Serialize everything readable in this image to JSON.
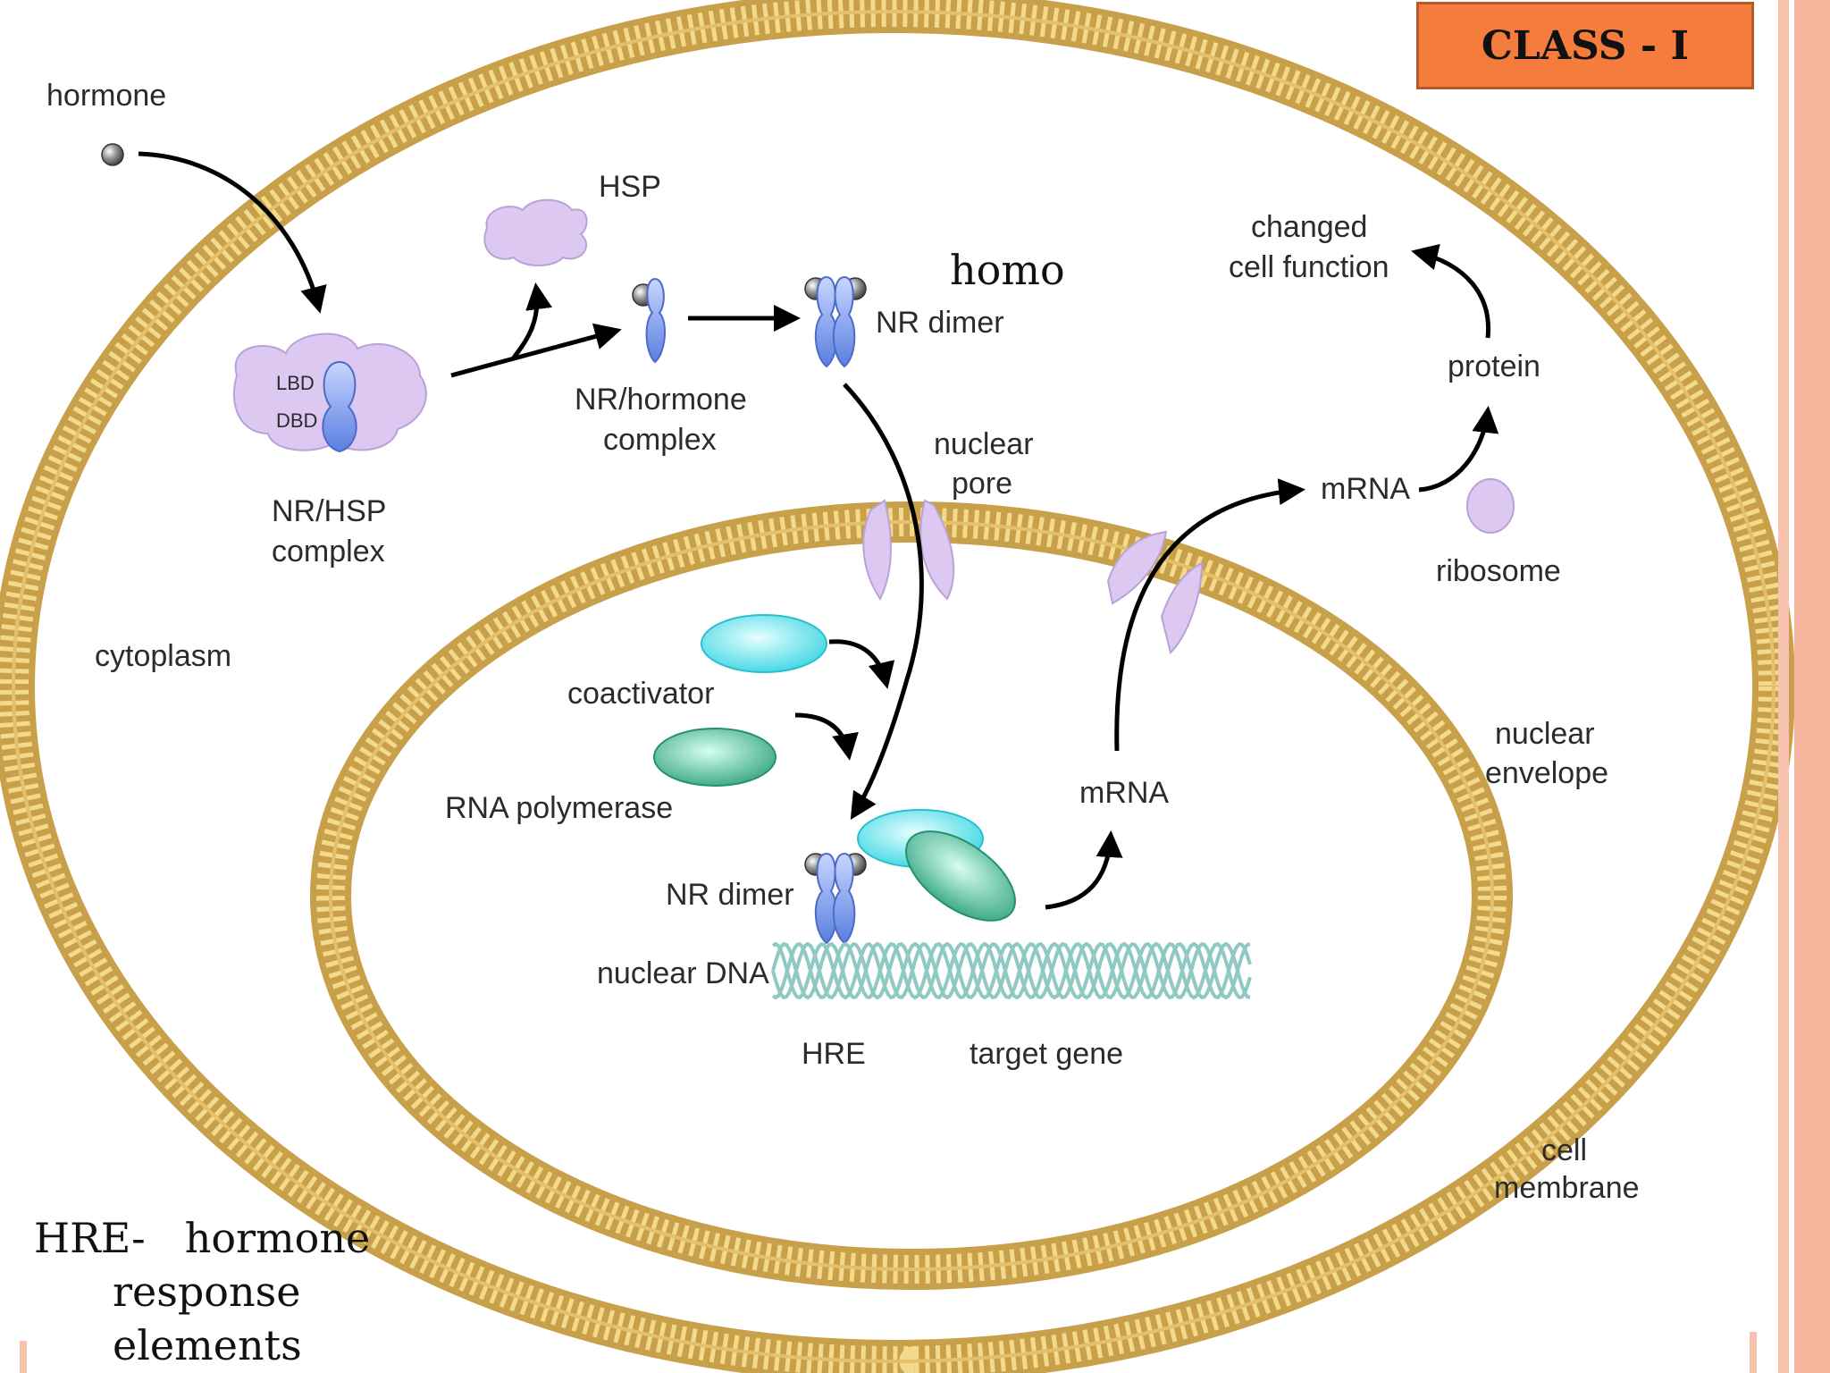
{
  "class_label": "CLASS - I",
  "labels": {
    "hormone": "hormone",
    "hsp": "HSP",
    "homo": "homo",
    "nr_dimer_top": "NR dimer",
    "nr_hormone_1": "NR/hormone",
    "nr_hormone_2": "complex",
    "lbd": "LBD",
    "dbd": "DBD",
    "nr_hsp_1": "NR/HSP",
    "nr_hsp_2": "complex",
    "cytoplasm": "cytoplasm",
    "nuclear_pore_1": "nuclear",
    "nuclear_pore_2": "pore",
    "changed_1": "changed",
    "changed_2": "cell function",
    "protein": "protein",
    "mrna_top": "mRNA",
    "ribosome": "ribosome",
    "coactivator": "coactivator",
    "rna_polymerase": "RNA polymerase",
    "mrna_nucleus": "mRNA",
    "nuclear_env_1": "nuclear",
    "nuclear_env_2": "envelope",
    "nr_dimer_bottom": "NR dimer",
    "nuclear_dna": "nuclear DNA",
    "hre": "HRE",
    "target_gene": "target gene",
    "cell_mem_1": "cell",
    "cell_mem_2": "membrane"
  },
  "note": {
    "line1_a": "HRE-",
    "line1_b": "hormone",
    "line2": "response",
    "line3": "elements"
  },
  "colors": {
    "membrane": "#e6c068",
    "membrane_edge": "#c9a04a",
    "hsp_cloud": "#dcc8f0",
    "receptor": "#7a98e8",
    "coactivator": "#5fe6ef",
    "rna_polymerase": "#3fbf9a",
    "nuclear_pore": "#dcc8f0",
    "dna": "#8fc9c4",
    "class_box": "#f47c3c"
  }
}
